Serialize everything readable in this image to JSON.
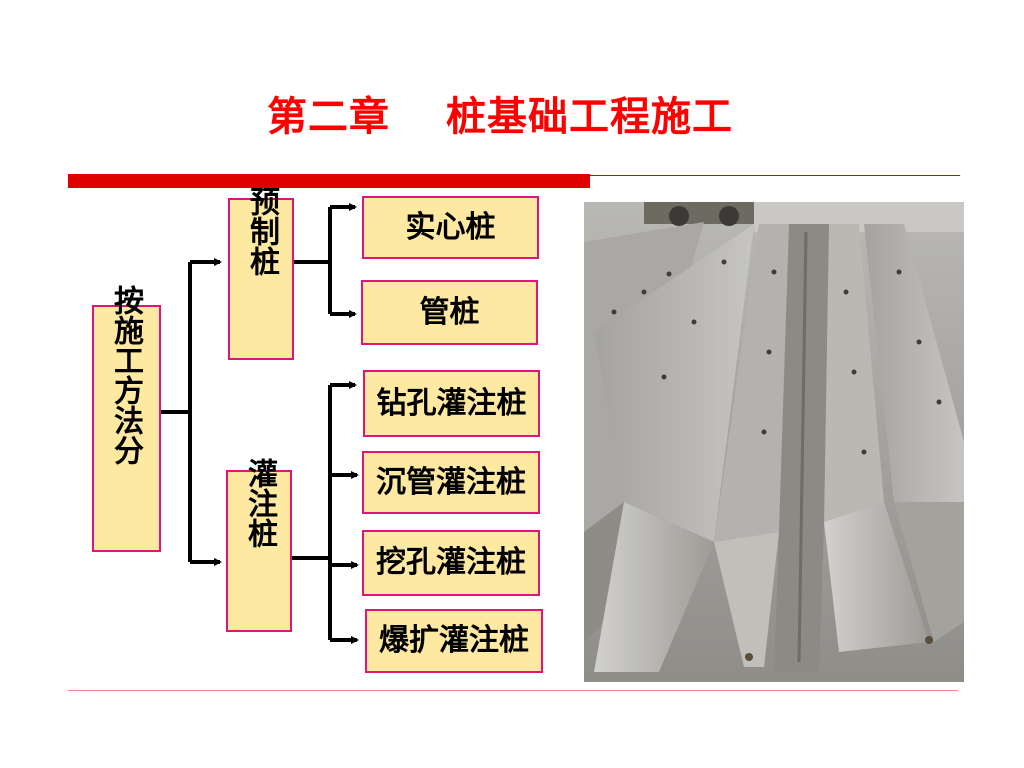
{
  "title": "第二章　 桩基础工程施工",
  "root": {
    "label": "按施工方法分"
  },
  "groups": [
    {
      "label": "预制桩",
      "children": [
        "实心桩",
        "管桩"
      ]
    },
    {
      "label": "灌注桩",
      "children": [
        "钻孔灌注桩",
        "沉管灌注桩",
        "挖孔灌注桩",
        "爆扩灌注桩"
      ]
    }
  ],
  "colors": {
    "title": "#ff0000",
    "rule": "#e10000",
    "box_fill": "#fde9a1",
    "box_border": "#e0157a"
  },
  "photo": {
    "icon": "precast-concrete-piles-photo"
  }
}
